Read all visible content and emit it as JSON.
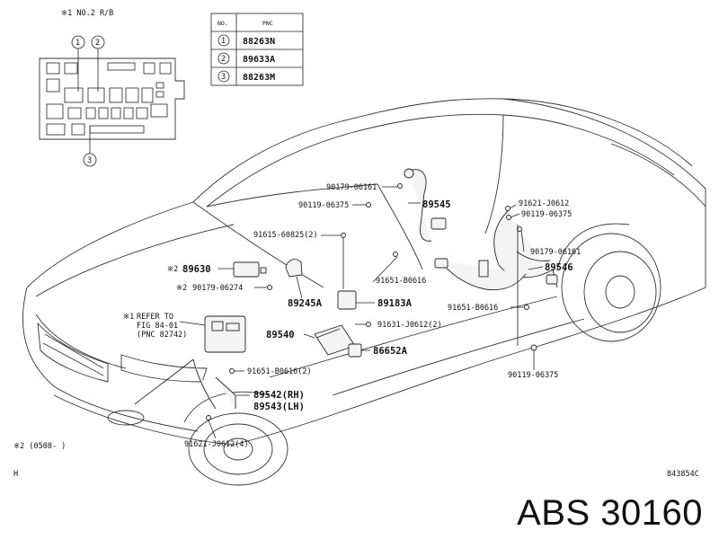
{
  "relay_box": {
    "note": "※1 NO.2 R/B",
    "callouts": [
      "1",
      "2",
      "3"
    ]
  },
  "pnc_table": {
    "headers": [
      "NO.",
      "PNC"
    ],
    "rows": [
      {
        "no": "1",
        "pnc": "88263N"
      },
      {
        "no": "2",
        "pnc": "89633A"
      },
      {
        "no": "3",
        "pnc": "88263M"
      }
    ]
  },
  "labels": {
    "b_90179_06161_top": "90179-06161",
    "b_90119_06375_top": "90119-06375",
    "p_89545": "89545",
    "b_91621_j0612": "91621-J0612",
    "b_90119_06375_right": "90119-06375",
    "b_91615_60825": "91615-60825(2)",
    "b_90179_06161_right": "90179-06161",
    "p_89630": "89630",
    "p_89630_mark": "※2",
    "p_89546": "89546",
    "b_90179_06274": "90179-06274",
    "b_90179_06274_mark": "※2",
    "b_91651_b0616_mid": "91651-B0616",
    "p_89245a": "89245A",
    "p_89183a": "89183A",
    "b_91651_b0616_right": "91651-B0616",
    "refer_mark": "※1",
    "refer_line1": "REFER TO",
    "refer_line2": "FIG 84-01",
    "refer_line3": "(PNC 82742)",
    "b_91631_j0612": "91631-J0612(2)",
    "p_89540": "89540",
    "p_86652a": "86652A",
    "b_91651_b0616_low": "91651-B0616(2)",
    "b_90119_06375_low": "90119-06375",
    "p_89542": "89542(RH)",
    "p_89543": "89543(LH)",
    "b_91621_j0612_4": "91621-J0612(4)",
    "footnote": "※2 (0508-   )",
    "corner_h": "H",
    "fig_code": "843854C"
  },
  "footer": {
    "caption": "ABS 30160"
  }
}
